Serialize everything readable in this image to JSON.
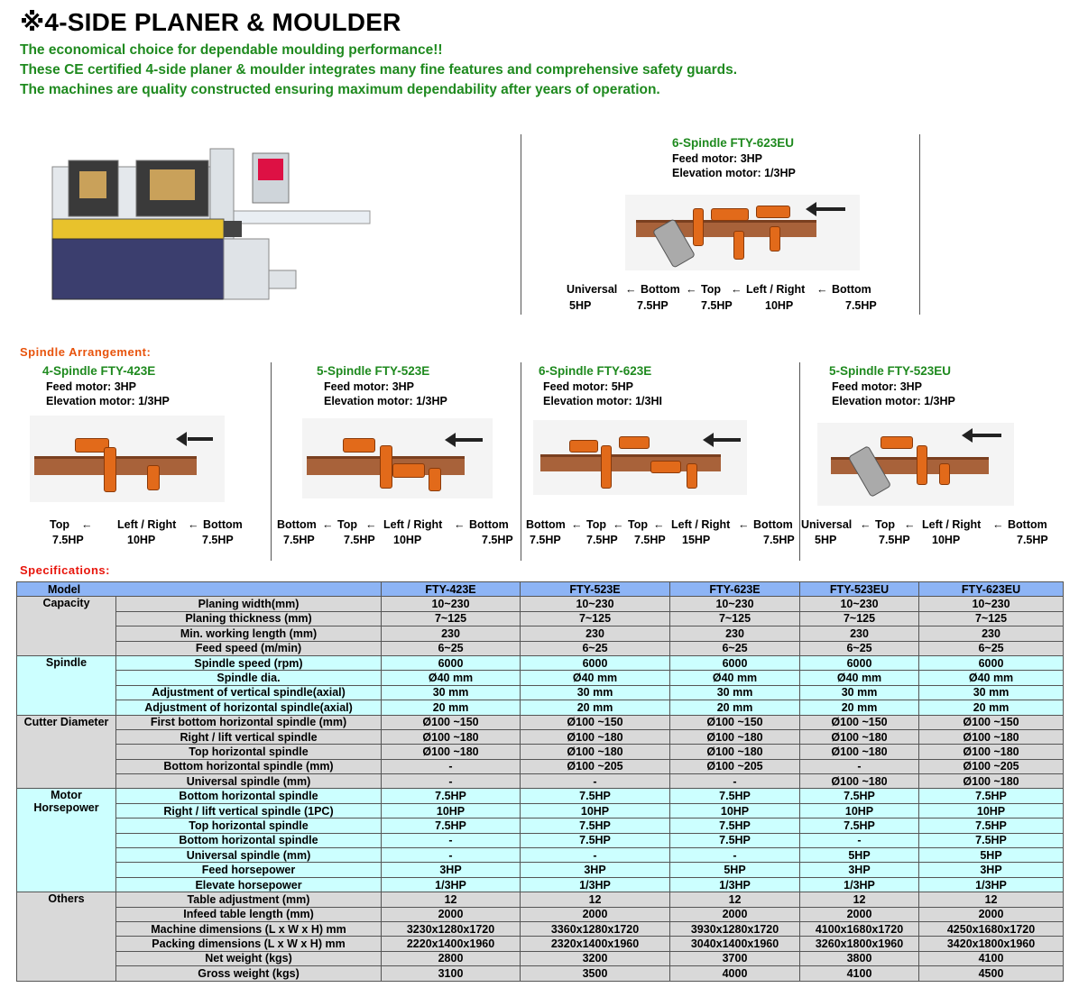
{
  "title": "※4-SIDE PLANER & MOULDER",
  "intro": [
    "The economical choice for dependable moulding performance!!",
    "These CE certified 4-side planer & moulder integrates many fine features and comprehensive safety guards.",
    "The machines are quality constructed ensuring maximum dependability after years of operation."
  ],
  "featured": {
    "title": "6-Spindle FTY-623EU",
    "feed": "Feed motor: 3HP",
    "elevation": "Elevation motor: 1/3HP",
    "labels": [
      "Universal",
      "←",
      "Bottom",
      "←",
      "Top",
      "←",
      "Left / Right",
      "←",
      "Bottom"
    ],
    "hp": [
      "5HP",
      "7.5HP",
      "7.5HP",
      "10HP",
      "7.5HP"
    ]
  },
  "spindle_label": "Spindle Arrangement:",
  "spindles": [
    {
      "title": "4-Spindle FTY-423E",
      "feed": "Feed motor: 3HP",
      "elevation": "Elevation motor: 1/3HP",
      "labels": [
        "Top",
        "←",
        "Left / Right",
        "←",
        "Bottom"
      ],
      "hp": [
        "7.5HP",
        "10HP",
        "7.5HP"
      ]
    },
    {
      "title": "5-Spindle FTY-523E",
      "feed": "Feed motor: 3HP",
      "elevation": "Elevation motor: 1/3HP",
      "labels": [
        "Bottom",
        "←",
        "Top",
        "←",
        "Left / Right",
        "←",
        "Bottom"
      ],
      "hp": [
        "7.5HP",
        "7.5HP",
        "10HP",
        "7.5HP"
      ]
    },
    {
      "title": "6-Spindle FTY-623E",
      "feed": "Feed motor: 5HP",
      "elevation": "Elevation motor: 1/3HI",
      "labels": [
        "Bottom",
        "←",
        "Top",
        "←",
        "Top",
        "←",
        "Left / Right",
        "←",
        "Bottom"
      ],
      "hp": [
        "7.5HP",
        "7.5HP",
        "7.5HP",
        "15HP",
        "7.5HP"
      ]
    },
    {
      "title": "5-Spindle FTY-523EU",
      "feed": "Feed motor: 3HP",
      "elevation": "Elevation motor: 1/3HP",
      "labels": [
        "Universal",
        "←",
        "Top",
        "←",
        "Left / Right",
        "←",
        "Bottom"
      ],
      "hp": [
        "5HP",
        "7.5HP",
        "10HP",
        "7.5HP"
      ]
    }
  ],
  "spec_label": "Specifications:",
  "spec": {
    "model_label": "Model",
    "models": [
      "FTY-423E",
      "FTY-523E",
      "FTY-623E",
      "FTY-523EU",
      "FTY-623EU"
    ],
    "groups": [
      {
        "name": "Capacity",
        "shade": "grey",
        "rows": [
          {
            "label": "Planing width(mm)",
            "values": [
              "10~230",
              "10~230",
              "10~230",
              "10~230",
              "10~230"
            ]
          },
          {
            "label": "Planing thickness (mm)",
            "values": [
              "7~125",
              "7~125",
              "7~125",
              "7~125",
              "7~125"
            ]
          },
          {
            "label": "Min. working length (mm)",
            "values": [
              "230",
              "230",
              "230",
              "230",
              "230"
            ]
          },
          {
            "label": "Feed speed (m/min)",
            "values": [
              "6~25",
              "6~25",
              "6~25",
              "6~25",
              "6~25"
            ]
          }
        ]
      },
      {
        "name": "Spindle",
        "shade": "cyan",
        "rows": [
          {
            "label": "Spindle speed (rpm)",
            "values": [
              "6000",
              "6000",
              "6000",
              "6000",
              "6000"
            ]
          },
          {
            "label": "Spindle dia.",
            "values": [
              "Ø40 mm",
              "Ø40 mm",
              "Ø40 mm",
              "Ø40 mm",
              "Ø40 mm"
            ]
          },
          {
            "label": "Adjustment of vertical spindle(axial)",
            "values": [
              "30 mm",
              "30 mm",
              "30 mm",
              "30 mm",
              "30 mm"
            ]
          },
          {
            "label": "Adjustment of horizontal spindle(axial)",
            "values": [
              "20 mm",
              "20 mm",
              "20 mm",
              "20 mm",
              "20 mm"
            ]
          }
        ]
      },
      {
        "name": "Cutter Diameter",
        "shade": "grey",
        "rows": [
          {
            "label": "First bottom horizontal spindle (mm)",
            "values": [
              "Ø100 ~150",
              "Ø100 ~150",
              "Ø100 ~150",
              "Ø100 ~150",
              "Ø100 ~150"
            ]
          },
          {
            "label": "Right / lift vertical spindle",
            "values": [
              "Ø100 ~180",
              "Ø100 ~180",
              "Ø100 ~180",
              "Ø100 ~180",
              "Ø100 ~180"
            ]
          },
          {
            "label": "Top horizontal spindle",
            "values": [
              "Ø100 ~180",
              "Ø100 ~180",
              "Ø100 ~180",
              "Ø100 ~180",
              "Ø100 ~180"
            ]
          },
          {
            "label": "Bottom horizontal spindle (mm)",
            "values": [
              "-",
              "Ø100 ~205",
              "Ø100 ~205",
              "-",
              "Ø100 ~205"
            ]
          },
          {
            "label": "Universal spindle (mm)",
            "values": [
              "-",
              "-",
              "-",
              "Ø100 ~180",
              "Ø100 ~180"
            ]
          }
        ]
      },
      {
        "name": "Motor Horsepower",
        "shade": "cyan",
        "rows": [
          {
            "label": "Bottom horizontal spindle",
            "values": [
              "7.5HP",
              "7.5HP",
              "7.5HP",
              "7.5HP",
              "7.5HP"
            ]
          },
          {
            "label": "Right / lift vertical spindle (1PC)",
            "values": [
              "10HP",
              "10HP",
              "10HP",
              "10HP",
              "10HP"
            ]
          },
          {
            "label": "Top horizontal spindle",
            "values": [
              "7.5HP",
              "7.5HP",
              "7.5HP",
              "7.5HP",
              "7.5HP"
            ]
          },
          {
            "label": "Bottom horizontal spindle",
            "values": [
              "-",
              "7.5HP",
              "7.5HP",
              "-",
              "7.5HP"
            ]
          },
          {
            "label": "Universal spindle (mm)",
            "values": [
              "-",
              "-",
              "-",
              "5HP",
              "5HP"
            ]
          },
          {
            "label": "Feed horsepower",
            "values": [
              "3HP",
              "3HP",
              "5HP",
              "3HP",
              "3HP"
            ]
          },
          {
            "label": "Elevate horsepower",
            "values": [
              "1/3HP",
              "1/3HP",
              "1/3HP",
              "1/3HP",
              "1/3HP"
            ]
          }
        ]
      },
      {
        "name": "Others",
        "shade": "grey",
        "rows": [
          {
            "label": "Table adjustment (mm)",
            "values": [
              "12",
              "12",
              "12",
              "12",
              "12"
            ]
          },
          {
            "label": "Infeed table length (mm)",
            "values": [
              "2000",
              "2000",
              "2000",
              "2000",
              "2000"
            ]
          },
          {
            "label": "Machine dimensions (L x W x H) mm",
            "values": [
              "3230x1280x1720",
              "3360x1280x1720",
              "3930x1280x1720",
              "4100x1680x1720",
              "4250x1680x1720"
            ]
          },
          {
            "label": "Packing dimensions (L x W x H) mm",
            "values": [
              "2220x1400x1960",
              "2320x1400x1960",
              "3040x1400x1960",
              "3260x1800x1960",
              "3420x1800x1960"
            ]
          },
          {
            "label": "Net weight (kgs)",
            "values": [
              "2800",
              "3200",
              "3700",
              "3800",
              "4100"
            ]
          },
          {
            "label": "Gross weight (kgs)",
            "values": [
              "3100",
              "3500",
              "4000",
              "4100",
              "4500"
            ]
          }
        ]
      }
    ]
  }
}
